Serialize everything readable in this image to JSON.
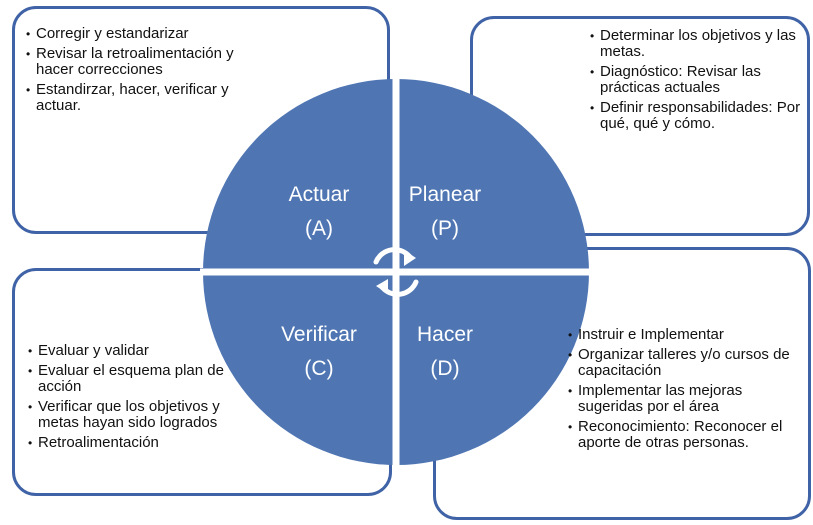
{
  "diagram": {
    "quadrants": [
      {
        "id": "actuar",
        "name": "Actuar",
        "letter": "(A)"
      },
      {
        "id": "planear",
        "name": "Planear",
        "letter": "(P)"
      },
      {
        "id": "verificar",
        "name": "Verificar",
        "letter": "(C)"
      },
      {
        "id": "hacer",
        "name": "Hacer",
        "letter": "(D)"
      }
    ],
    "boxes": {
      "actuar": [
        "Corregir y estandarizar",
        "Revisar la retroalimentación y hacer correcciones",
        "Estandirzar, hacer, verificar y actuar."
      ],
      "planear": [
        "Determinar los objetivos y las metas.",
        "Diagnóstico: Revisar las prácticas actuales",
        "Definir responsabilidades: Por qué, qué y cómo."
      ],
      "verificar": [
        "Evaluar y validar",
        "Evaluar el esquema plan de acción",
        "Verificar que los objetivos y metas hayan sido logrados",
        "Retroalimentación"
      ],
      "hacer": [
        "Instruir e Implementar",
        "Organizar talleres y/o cursos de capacitación",
        "Implementar las mejoras sugeridas por el área",
        "Reconocimiento: Reconocer el aporte de otras personas."
      ]
    },
    "colors": {
      "quadrant_fill": "#4f76b3",
      "border": "#3f63a6",
      "divider": "#ffffff"
    },
    "center_icon": "refresh-cycle-icon"
  }
}
